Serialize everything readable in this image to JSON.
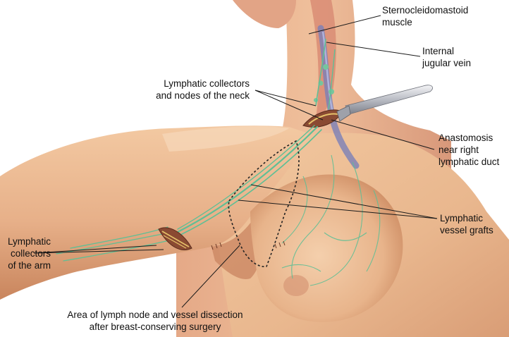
{
  "labels": {
    "scm": [
      "Sternocleidomastoid",
      "muscle"
    ],
    "ijv": [
      "Internal",
      "jugular vein"
    ],
    "neck_nodes": [
      "Lymphatic collectors",
      "and nodes of the neck"
    ],
    "anastomosis": [
      "Anastomosis",
      "near right",
      "lymphatic duct"
    ],
    "grafts": [
      "Lymphatic",
      "vessel grafts"
    ],
    "arm": [
      "Lymphatic",
      "collectors",
      "of the arm"
    ],
    "dissection": [
      "Area of lymph node and vessel dissection",
      "after breast-conserving surgery"
    ]
  },
  "colors": {
    "skin": "#eab88e",
    "skin_shadow": "#cf8f66",
    "skin_light": "#f6d3ae",
    "lymph": "#5fbf95",
    "vein": "#7a7fb8",
    "muscle": "#d98c74",
    "leader": "#1a1a1a"
  }
}
